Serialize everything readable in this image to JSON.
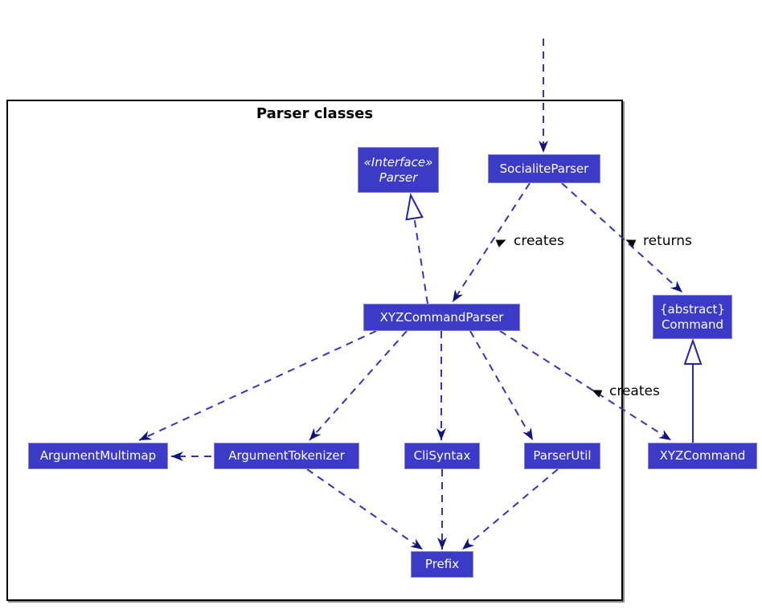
{
  "diagram": {
    "title": "Parser classes",
    "type": "uml-class-diagram",
    "nodes": {
      "parser_interface": {
        "stereotype": "«Interface»",
        "name": "Parser"
      },
      "socialite_parser": {
        "name": "SocialiteParser"
      },
      "xyz_command_parser": {
        "name": "XYZCommandParser"
      },
      "command": {
        "stereotype": "{abstract}",
        "name": "Command"
      },
      "argument_multimap": {
        "name": "ArgumentMultimap"
      },
      "argument_tokenizer": {
        "name": "ArgumentTokenizer"
      },
      "cli_syntax": {
        "name": "CliSyntax"
      },
      "parser_util": {
        "name": "ParserUtil"
      },
      "xyz_command": {
        "name": "XYZCommand"
      },
      "prefix": {
        "name": "Prefix"
      }
    },
    "labels": {
      "creates_1": "creates",
      "returns": "returns",
      "creates_2": "creates"
    },
    "relationships": [
      "external -..-> SocialiteParser",
      "SocialiteParser -..-> XYZCommandParser : creates",
      "SocialiteParser -..-> Command : returns",
      "XYZCommandParser .up.|> Parser",
      "XYZCommandParser -..-> ArgumentMultimap",
      "XYZCommandParser -..-> ArgumentTokenizer",
      "XYZCommandParser -..-> CliSyntax",
      "XYZCommandParser -..-> ParserUtil",
      "XYZCommandParser -..-> XYZCommand : creates",
      "ArgumentTokenizer -..-> ArgumentMultimap",
      "ArgumentTokenizer -..-> Prefix",
      "CliSyntax -..-> Prefix",
      "ParserUtil -..-> Prefix",
      "XYZCommand -up-|> Command"
    ],
    "colors": {
      "box_fill": "#3B3BC8",
      "box_border": "#8585D2",
      "box_text": "#FFFFFF",
      "edge_line": "#3333C0",
      "arrowhead": "#13137E",
      "frame_border": "#000000",
      "label_text": "#000000",
      "background": "#FFFFFF"
    }
  }
}
